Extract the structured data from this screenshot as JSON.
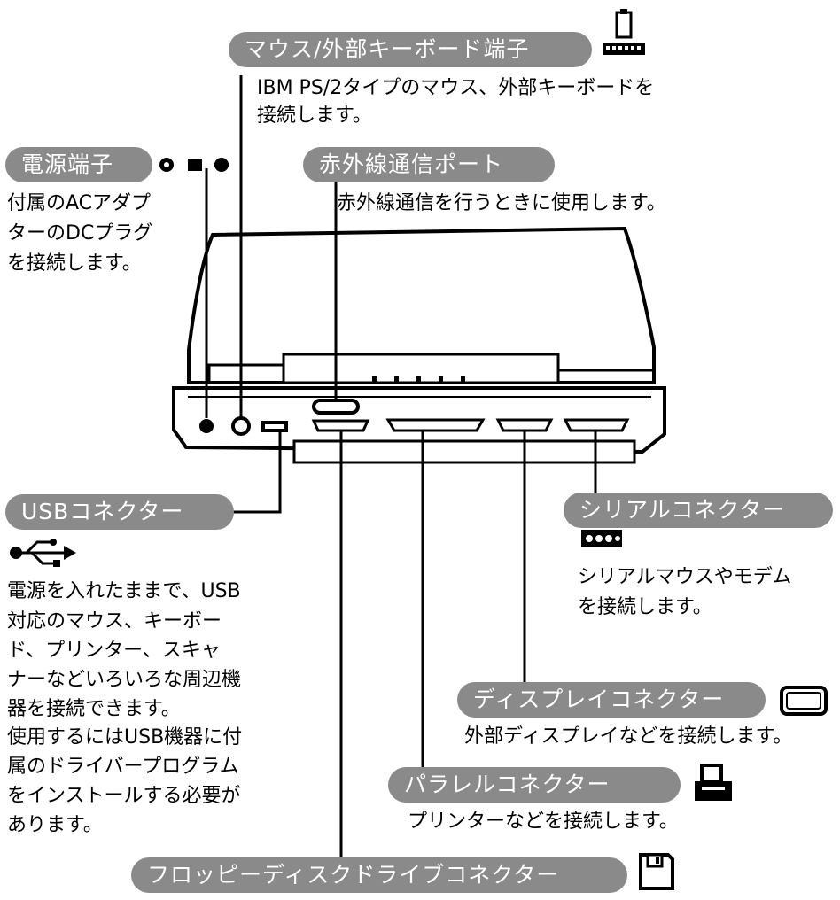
{
  "labels": {
    "mouse_kbd": {
      "title": "マウス/外部キーボード端子",
      "desc": [
        "IBM PS/2タイプのマウス、外部キーボードを",
        "接続します。"
      ]
    },
    "power": {
      "title": "電源端子",
      "desc": [
        "付属のACアダプ",
        "ターのDCプラグ",
        "を接続します。"
      ]
    },
    "infrared": {
      "title": "赤外線通信ポート",
      "desc": [
        "赤外線通信を行うときに使用します。"
      ]
    },
    "usb": {
      "title": "USBコネクター",
      "desc": [
        "電源を入れたままで、USB",
        "対応のマウス、キーボー",
        "ド、プリンター、スキャ",
        "ナーなどいろいろな周辺機",
        "器を接続できます。",
        "使用するにはUSB機器に付",
        "属のドライバープログラム",
        "をインストールする必要が",
        "あります。"
      ]
    },
    "serial": {
      "title": "シリアルコネクター",
      "desc": [
        "シリアルマウスやモデム",
        "を接続します。"
      ]
    },
    "display": {
      "title": "ディスプレイコネクター",
      "desc": [
        "外部ディスプレイなどを接続します。"
      ]
    },
    "parallel": {
      "title": "パラレルコネクター",
      "desc": [
        "プリンターなどを接続します。"
      ]
    },
    "floppy": {
      "title": "フロッピーディスクドライブコネクター"
    }
  },
  "icons": [
    "ps2-port-icon",
    "dc-polarity-icon",
    "usb-trident-icon",
    "serial-port-icon",
    "monitor-icon",
    "printer-icon",
    "floppy-disk-icon"
  ],
  "colors": {
    "pill": "#8a8a8a",
    "pill_text": "#ffffff",
    "line": "#000000"
  }
}
